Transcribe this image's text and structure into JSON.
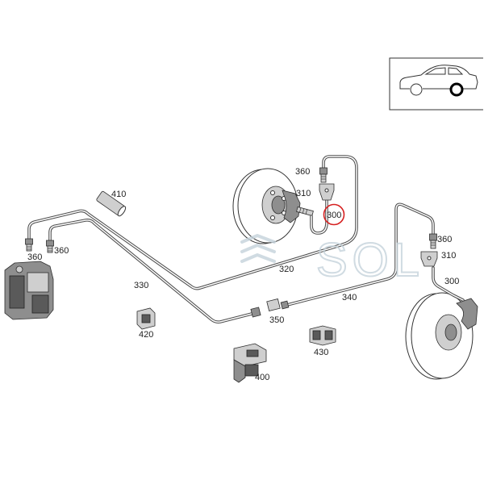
{
  "diagram": {
    "callouts": {
      "sleeve": "410",
      "front_fitting": "360",
      "front_bracket": "310",
      "front_hose": "300",
      "left_fitting_a": "360",
      "left_fitting_b": "360",
      "line_upper": "320",
      "line_lower": "330",
      "line_rear": "340",
      "union": "350",
      "clip_small": "420",
      "clip_double": "430",
      "holder": "400",
      "right_fitting": "360",
      "right_bracket": "310",
      "right_hose": "300"
    },
    "watermark": "SOL"
  },
  "icons": {
    "inset": "car-side-view-icon",
    "inset_highlight": "rear-wheel-icon",
    "watermark_logo": "layered-chevron-logo-icon"
  },
  "colors": {
    "line": "#4d4d4d",
    "part": "#8e8e8e",
    "watermark": "#c5d3db",
    "highlight": "#d62020"
  }
}
